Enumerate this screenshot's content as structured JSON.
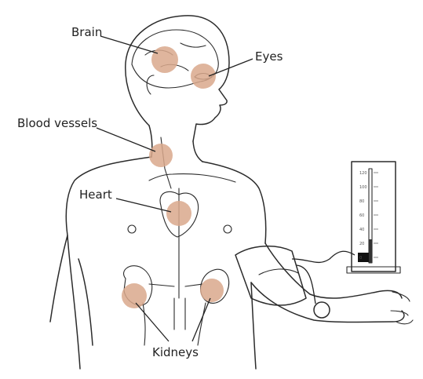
{
  "labels": {
    "brain": "Brain",
    "eyes": "Eyes",
    "blood_vessels": "Blood vessels",
    "heart": "Heart",
    "kidneys": "Kidneys"
  },
  "colors": {
    "highlight": "#d9a88c",
    "line": "#2b2b2b"
  },
  "manometer_scale": [
    "120",
    "100",
    "80",
    "60",
    "40",
    "20",
    "0"
  ]
}
